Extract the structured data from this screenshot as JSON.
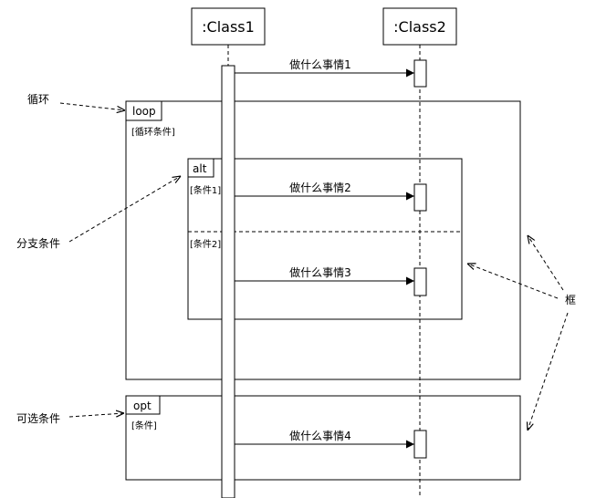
{
  "lifelines": [
    {
      "id": "class1",
      "label": ":Class1"
    },
    {
      "id": "class2",
      "label": ":Class2"
    }
  ],
  "messages": [
    {
      "label": "做什么事情1"
    },
    {
      "label": "做什么事情2"
    },
    {
      "label": "做什么事情3"
    },
    {
      "label": "做什么事情4"
    }
  ],
  "fragments": {
    "loop": {
      "operator": "loop",
      "guard": "[循环条件]"
    },
    "alt": {
      "operator": "alt",
      "guard1": "[条件1]",
      "guard2": "[条件2]"
    },
    "opt": {
      "operator": "opt",
      "guard": "[条件]"
    }
  },
  "annotations": {
    "loop": "循环",
    "alt": "分支条件",
    "opt": "可选条件",
    "frame": "框"
  }
}
